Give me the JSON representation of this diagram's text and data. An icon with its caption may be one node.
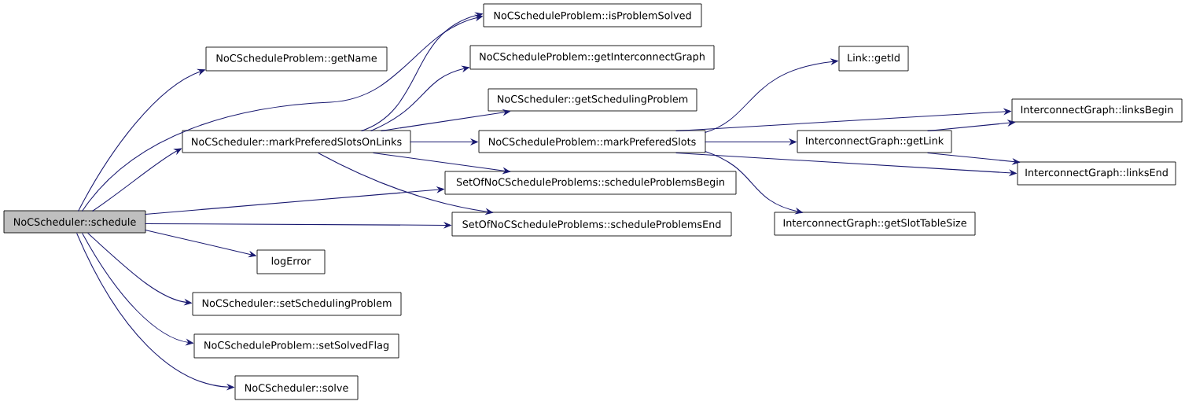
{
  "diagram": {
    "nodes": [
      {
        "text": [
          "NoCScheduler::schedule"
        ]
      },
      {
        "text": [
          "NoCScheduleProblem::getName"
        ]
      },
      {
        "text": [
          "NoCScheduler::markPreferedSlotsOnLinks"
        ]
      },
      {
        "text": [
          "NoCScheduleProblem::isProblemSolved"
        ]
      },
      {
        "text": [
          "NoCScheduleProblem::getInterconnectGraph"
        ]
      },
      {
        "text": [
          "NoCScheduler::getSchedulingProblem"
        ]
      },
      {
        "text": [
          "NoCScheduleProblem::markPreferedSlots"
        ]
      },
      {
        "text": [
          "SetOfNoCScheduleProblems::scheduleProblemsBegin"
        ]
      },
      {
        "text": [
          "SetOfNoCScheduleProblems::scheduleProblemsEnd"
        ]
      },
      {
        "text": [
          "logError"
        ]
      },
      {
        "text": [
          "NoCScheduler::setSchedulingProblem"
        ]
      },
      {
        "text": [
          "NoCScheduleProblem::setSolvedFlag"
        ]
      },
      {
        "text": [
          "NoCScheduler::solve"
        ]
      },
      {
        "text": [
          "Link::getId"
        ]
      },
      {
        "text": [
          "InterconnectGraph::linksBegin"
        ]
      },
      {
        "text": [
          "InterconnectGraph::getLink"
        ]
      },
      {
        "text": [
          "InterconnectGraph::linksEnd"
        ]
      },
      {
        "text": [
          "InterconnectGraph::getSlotTableSize"
        ]
      }
    ],
    "edges": [
      {
        "from": 0,
        "to": 1,
        "arrow": "to"
      },
      {
        "from": 0,
        "to": 3,
        "arrow": "to"
      },
      {
        "from": 0,
        "to": 2,
        "arrow": "to"
      },
      {
        "from": 0,
        "to": 7,
        "arrow": "to"
      },
      {
        "from": 0,
        "to": 8,
        "arrow": "to"
      },
      {
        "from": 0,
        "to": 9,
        "arrow": "to"
      },
      {
        "from": 0,
        "to": 10,
        "arrow": "to"
      },
      {
        "from": 0,
        "to": 11,
        "arrow": "to"
      },
      {
        "from": 0,
        "to": 12,
        "arrow": "to"
      },
      {
        "from": 2,
        "to": 3,
        "arrow": "to"
      },
      {
        "from": 2,
        "to": 4,
        "arrow": "to"
      },
      {
        "from": 2,
        "to": 5,
        "arrow": "to"
      },
      {
        "from": 2,
        "to": 6,
        "arrow": "to"
      },
      {
        "from": 2,
        "to": 7,
        "arrow": "to"
      },
      {
        "from": 2,
        "to": 8,
        "arrow": "to"
      },
      {
        "from": 6,
        "to": 13,
        "arrow": "to"
      },
      {
        "from": 6,
        "to": 14,
        "arrow": "to"
      },
      {
        "from": 6,
        "to": 15,
        "arrow": "to"
      },
      {
        "from": 6,
        "to": 16,
        "arrow": "to"
      },
      {
        "from": 6,
        "to": 17,
        "arrow": "to"
      },
      {
        "from": 15,
        "to": 14,
        "arrow": "to"
      },
      {
        "from": 15,
        "to": 16,
        "arrow": "to"
      }
    ]
  }
}
